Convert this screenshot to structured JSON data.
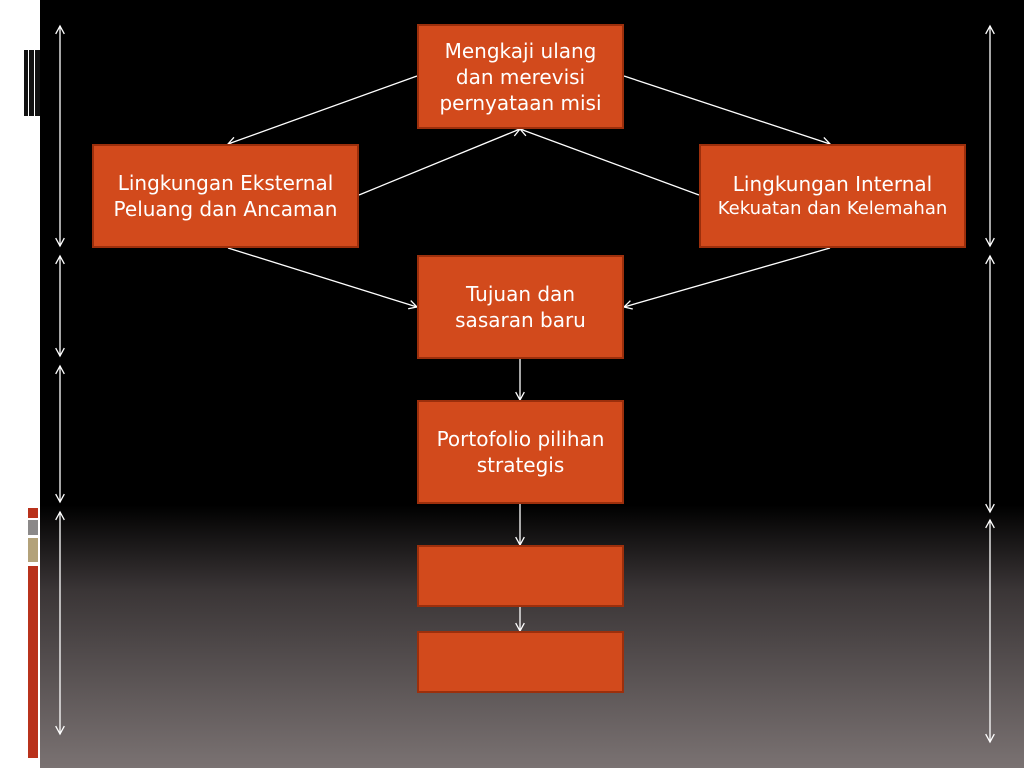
{
  "slide": {
    "background_top": "#000000",
    "background_bottom": "#7a7272",
    "box_fill": "#d24a1c",
    "box_border": "#9c2f0c",
    "line_color": "#ffffff"
  },
  "decor": {
    "bar_colors": [
      "#b9321c",
      "#8b8989",
      "#b3a27a",
      "#b9321c"
    ]
  },
  "diagram": {
    "top_box": {
      "lines": [
        "Mengkaji ulang",
        "dan merevisi",
        "pernyataan misi"
      ]
    },
    "external_box": {
      "lines": [
        "Lingkungan Eksternal",
        "Peluang dan Ancaman"
      ]
    },
    "internal_box": {
      "line1": "Lingkungan Internal",
      "line2": "Kekuatan dan Kelemahan"
    },
    "goals_box": {
      "lines": [
        "Tujuan dan",
        "sasaran baru"
      ]
    },
    "portfolio_box": {
      "lines": [
        "Portofolio pilihan",
        "strategis"
      ]
    },
    "blank_box_1": {
      "text": ""
    },
    "blank_box_2": {
      "text": ""
    }
  }
}
